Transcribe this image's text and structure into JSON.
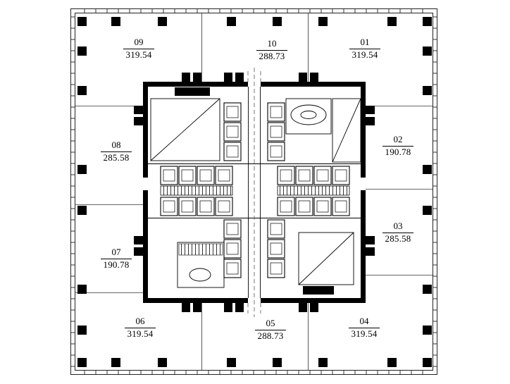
{
  "drawing": {
    "background": "#ffffff",
    "line_color": "#000000",
    "type": "tower-floor-plan"
  },
  "units": [
    {
      "no": "09",
      "area": "319.54"
    },
    {
      "no": "10",
      "area": "288.73"
    },
    {
      "no": "01",
      "area": "319.54"
    },
    {
      "no": "08",
      "area": "285.58"
    },
    {
      "no": "02",
      "area": "190.78"
    },
    {
      "no": "07",
      "area": "190.78"
    },
    {
      "no": "03",
      "area": "285.58"
    },
    {
      "no": "06",
      "area": "319.54"
    },
    {
      "no": "05",
      "area": "288.73"
    },
    {
      "no": "04",
      "area": "319.54"
    }
  ]
}
